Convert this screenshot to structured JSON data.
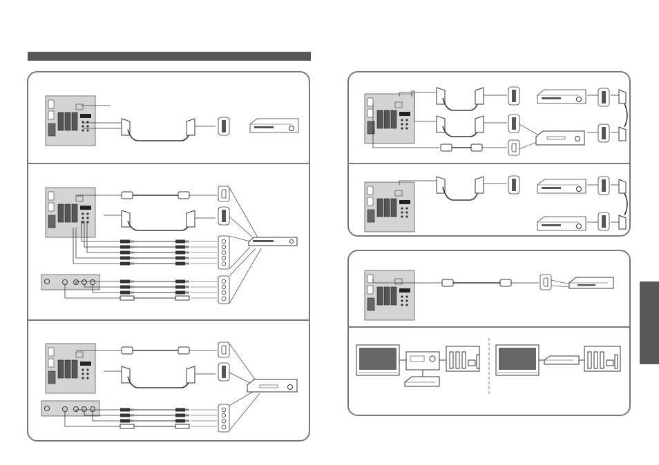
{
  "colors": {
    "page_background": "#ffffff",
    "title_bar": "#585858",
    "panel_border": "#777777",
    "panel_fill": "#ffffff",
    "tv_body": "#d4d4d4",
    "cable": "#333333",
    "side_tab": "#585858"
  },
  "heading_bar": {
    "text": ""
  },
  "side_tab": {
    "text": ""
  },
  "panels": {
    "left_top": {
      "name": "scart-device-connection",
      "devices": [
        "av-recorder"
      ]
    },
    "left_middle": {
      "name": "dvd-player-hdmi-scart-component-connection",
      "devices": [
        "dvd-player"
      ]
    },
    "left_bottom": {
      "name": "set-top-box-connection",
      "devices": [
        "set-top-box"
      ]
    },
    "right_top_a": {
      "name": "recorder-and-set-top-box-connection",
      "devices": [
        "vcr",
        "set-top-box"
      ]
    },
    "right_top_b": {
      "name": "two-vcr-connection",
      "devices": [
        "dvd-recorder",
        "vcr"
      ]
    },
    "right_bottom_a": {
      "name": "hdmi-home-theater-connection",
      "devices": [
        "dvd-home-theater"
      ]
    },
    "right_bottom_b": {
      "name": "surround-setup-examples",
      "devices": [
        "tv",
        "amplifier",
        "speakers",
        "subwoofer",
        "dvd-player"
      ]
    }
  },
  "icons": [
    "scart-plug-icon",
    "hdmi-plug-icon",
    "rca-plug-icon",
    "antenna-icon",
    "speaker-icon",
    "tv-icon",
    "vcr-icon",
    "dvd-player-icon"
  ]
}
